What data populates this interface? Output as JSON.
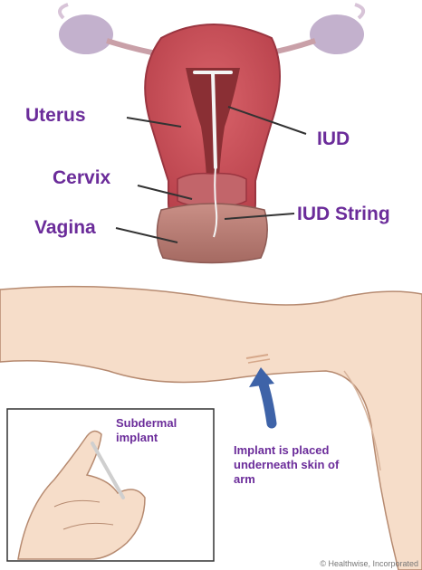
{
  "diagram": {
    "top_labels": {
      "uterus": "Uterus",
      "iud": "IUD",
      "cervix": "Cervix",
      "iud_string": "IUD String",
      "vagina": "Vagina"
    },
    "bottom_labels": {
      "subdermal_implant": "Subdermal implant",
      "placement_note": "Implant is placed underneath skin of arm"
    },
    "copyright": "© Healthwise, Incorporated",
    "colors": {
      "label_text": "#6b2c9a",
      "uterus_tissue": "#c9505a",
      "uterus_cavity": "#8a2f34",
      "skin": "#f6ddc9",
      "arrow": "#3e63a8"
    }
  }
}
